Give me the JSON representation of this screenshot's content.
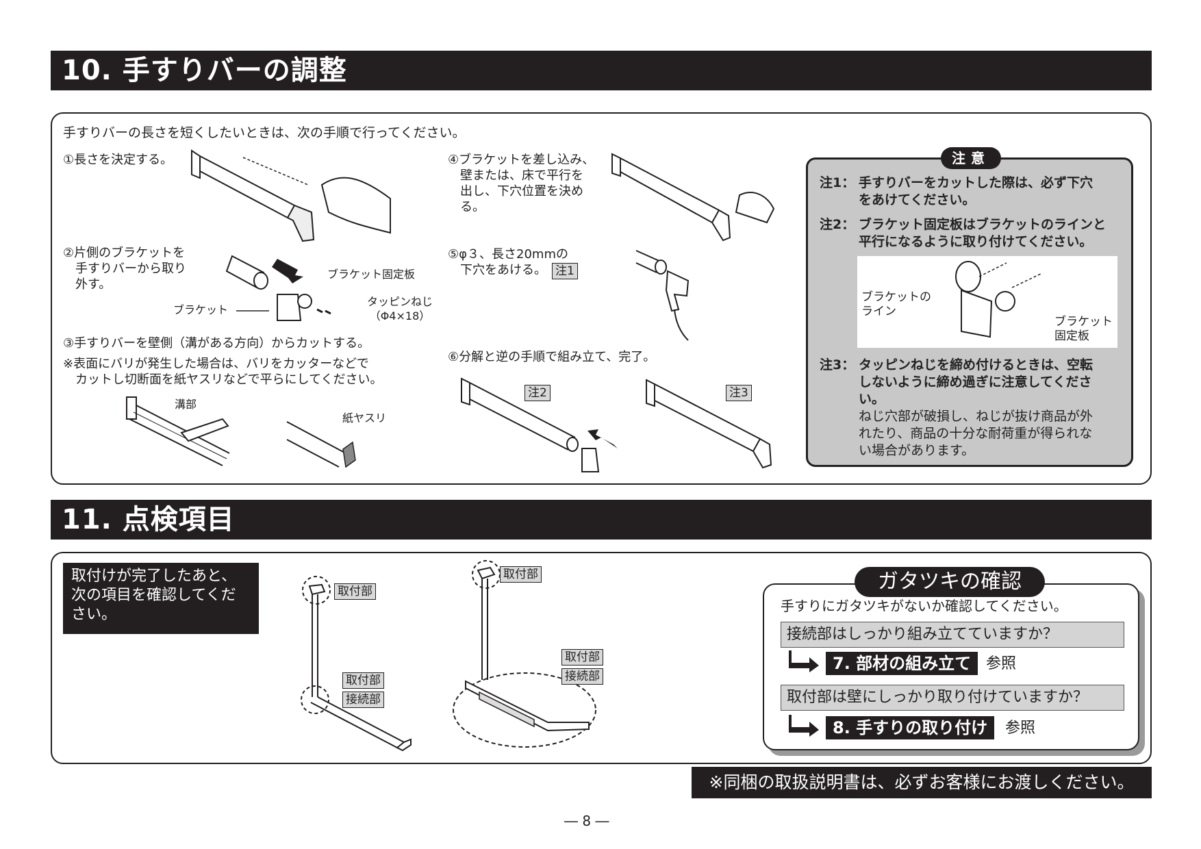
{
  "section10": {
    "title": "10. 手すりバーの調整",
    "intro": "手すりバーの長さを短くしたいときは、次の手順で行ってください。",
    "step1": "①長さを決定する。",
    "step2": "②片側のブラケットを\n　手すりバーから取り\n　外す。",
    "label_bracket_plate": "ブラケット固定板",
    "label_bracket": "ブラケット",
    "label_screw": "タッピンねじ\n（Φ4×18）",
    "step3": "③手すりバーを壁側（溝がある方向）からカットする。",
    "step3_note": "※表面にバリが発生した場合は、バリをカッターなどで\n　カットし切断面を紙ヤスリなどで平らにしてください。",
    "label_groove": "溝部",
    "label_sandpaper": "紙ヤスリ",
    "step4": "④ブラケットを差し込み、\n　壁または、床で平行を\n　出し、下穴位置を決め\n　る。",
    "step5": "⑤φ３、長さ20mmの\n　下穴をあける。",
    "step5_tag": "注1",
    "step6": "⑥分解と逆の手順で組み立て、完了。",
    "tag_note2": "注2",
    "tag_note3": "注3"
  },
  "caution": {
    "header": "注意",
    "note1_label": "注1：",
    "note1_text": "手すりバーをカットした際は、必ず下穴\nをあけてください。",
    "note2_label": "注2：",
    "note2_text": "ブラケット固定板はブラケットのラインと\n平行になるように取り付けてください。",
    "fig_line_label": "ブラケットの\nライン",
    "fig_plate_label": "ブラケット\n固定板",
    "note3_label": "注3：",
    "note3_bold": "タッピンねじを締め付けるときは、空転\nしないように締め過ぎに注意してくださ\nい。",
    "note3_text": "ねじ穴部が破損し、ねじが抜け商品が外\nれたり、商品の十分な耐荷重が得られな\nい場合があります。"
  },
  "section11": {
    "title": "11. 点検項目",
    "intro": "取付けが完了したあと、\n次の項目を確認してくだ\nさい。",
    "tag_mount_a": "取付部",
    "tag_mount_b": "取付部",
    "tag_joint_b": "接続部",
    "tag_mount_c": "取付部",
    "tag_mount_d": "取付部",
    "tag_joint_d": "接続部"
  },
  "gatatsuki": {
    "header": "ガタツキの確認",
    "intro": "手すりにガタツキがないか確認してください。",
    "q1": "接続部はしっかり組み立てていますか？",
    "ref1": "7. 部材の組み立て",
    "ref1_suffix": "参照",
    "q2": "取付部は壁にしっかり取り付けていますか？",
    "ref2": "8. 手すりの取り付け",
    "ref2_suffix": "参照"
  },
  "footer": "※同梱の取扱説明書は、必ずお客様にお渡しください。",
  "page_number": "― 8 ―"
}
